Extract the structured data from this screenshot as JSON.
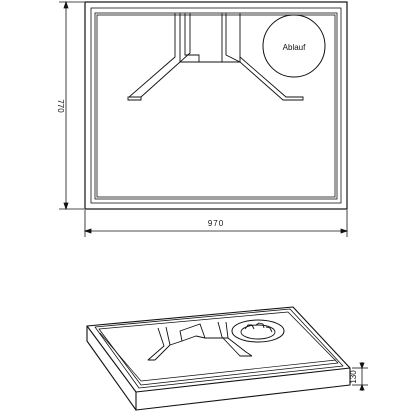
{
  "drawing": {
    "drain_label": "Ablauf",
    "dimensions": {
      "width": "970",
      "depth": "770",
      "height": "130"
    }
  },
  "colors": {
    "line": "#111111",
    "background": "#ffffff"
  }
}
